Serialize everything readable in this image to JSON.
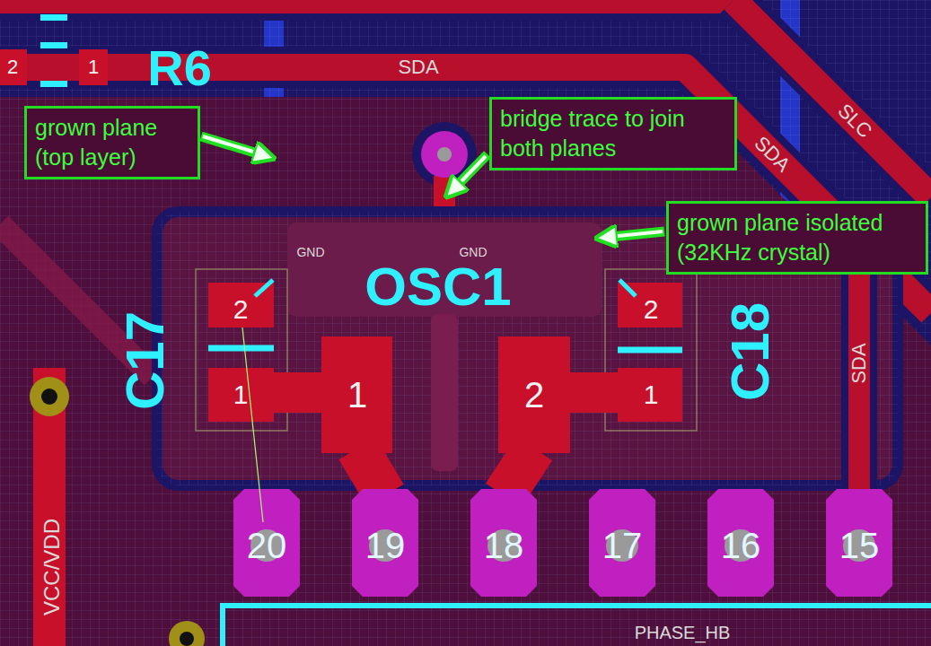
{
  "diagram": {
    "nodes": [
      {
        "text": [
          "grown plane (top layer)"
        ]
      },
      {
        "text": [
          "bridge trace to join both planes"
        ]
      },
      {
        "text": [
          "grown plane isolated (32KHz crystal)"
        ]
      }
    ],
    "labels": [
      "2",
      "1",
      "R6",
      "SDA",
      "SLC",
      "SDA",
      "GND",
      "GND",
      "OSC1",
      "C17",
      "C18",
      "2",
      "1",
      "1",
      "2",
      "2",
      "1",
      "SDA",
      "20",
      "19",
      "18",
      "17",
      "16",
      "15",
      "VCC/VDD",
      "PHASE_HB"
    ]
  }
}
